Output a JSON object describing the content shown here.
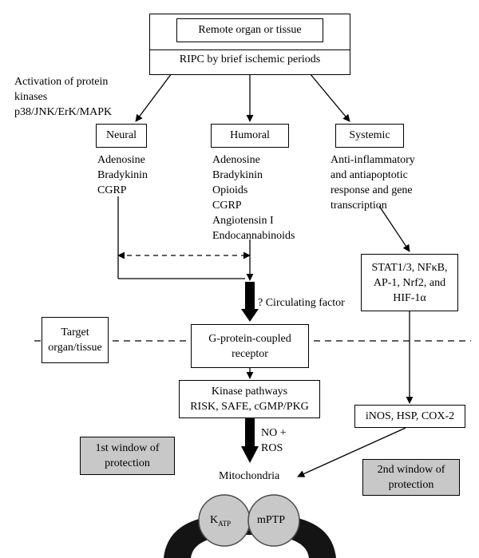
{
  "remote": {
    "title": "Remote organ or tissue",
    "ripc": "RIPC by brief ischemic periods"
  },
  "kinase_activation": [
    "Activation of protein",
    "kinases",
    "p38/JNK/ErK/MAPK"
  ],
  "branches": {
    "neural": {
      "label": "Neural",
      "items": [
        "Adenosine",
        "Bradykinin",
        "CGRP"
      ]
    },
    "humoral": {
      "label": "Humoral",
      "items": [
        "Adenosine",
        "Bradykinin",
        "Opioids",
        "CGRP",
        "Angiotensin I",
        "Endocannabinoids"
      ]
    },
    "systemic": {
      "label": "Systemic",
      "items": [
        "Anti-inflammatory",
        "and antiapoptotic",
        "response and gene",
        "transcription"
      ]
    }
  },
  "transcription_factors": [
    "STAT1/3, NFκB,",
    "AP-1, Nrf2, and",
    "HIF-1α"
  ],
  "circulating": "? Circulating factor",
  "target": [
    "Target",
    "organ/tissue"
  ],
  "gpcr": [
    "G-protein-coupled",
    "receptor"
  ],
  "kinase_pathways": [
    "Kinase pathways",
    "RISK, SAFE, cGMP/PKG"
  ],
  "mediators": "iNOS, HSP, COX-2",
  "no_ros": [
    "NO +",
    "ROS"
  ],
  "window1": [
    "1st window of",
    "protection"
  ],
  "window2": [
    "2nd window of",
    "protection"
  ],
  "mitochondria": "Mitochondria",
  "katp": {
    "main": "K",
    "sub": "ATP"
  },
  "mptp": "mPTP"
}
